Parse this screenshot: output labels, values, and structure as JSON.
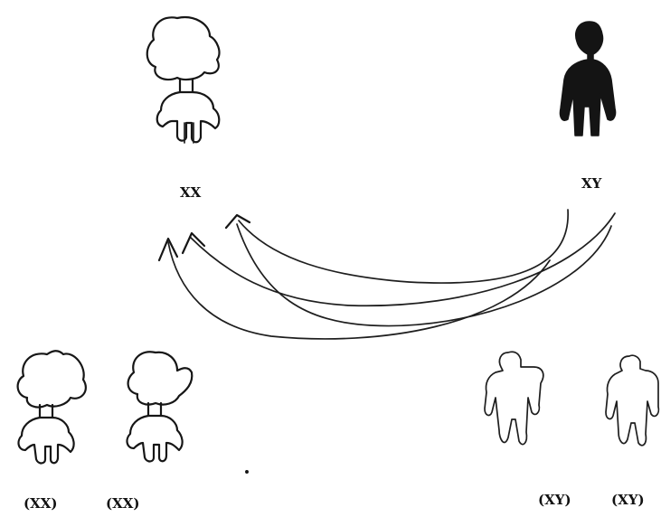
{
  "labels": {
    "mother": "XX",
    "father": "XY",
    "daughter_1": "(XX)",
    "daughter_2": "(XX)",
    "son_1": "(XY)",
    "son_2": "(XY)"
  },
  "figures": {
    "mother": "female-figure-icon",
    "father": "male-figure-icon",
    "daughter_1": "female-figure-icon",
    "daughter_2": "female-figure-icon",
    "son_1": "male-figure-icon",
    "son_2": "male-figure-icon"
  },
  "colors": {
    "ink": "#161616",
    "background": "#ffffff"
  }
}
